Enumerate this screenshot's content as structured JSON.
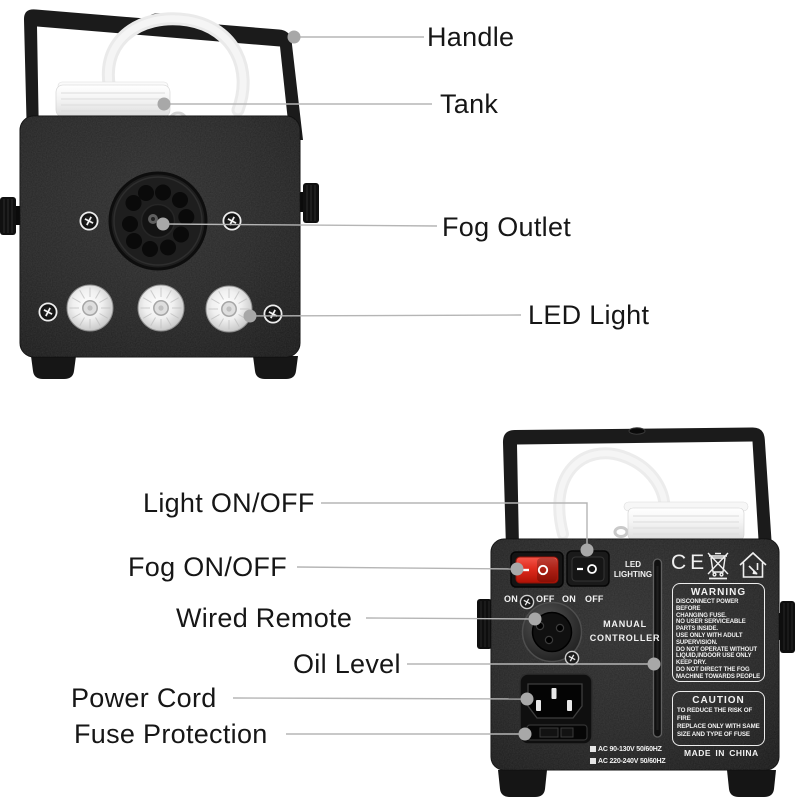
{
  "front_view": {
    "labels": {
      "handle": "Handle",
      "tank": "Tank",
      "fog_outlet": "Fog Outlet",
      "led_light": "LED Light"
    }
  },
  "back_view": {
    "labels": {
      "light_on_off": "Light ON/OFF",
      "fog_on_off": "Fog ON/OFF",
      "wired_remote": "Wired Remote",
      "oil_level": "Oil Level",
      "power_cord": "Power Cord",
      "fuse_protection": "Fuse Protection"
    },
    "panel": {
      "led_lighting": "LED\nLIGHTING",
      "switch_positions": [
        "ON",
        "OFF",
        "ON",
        "OFF"
      ],
      "manual_controller": "MANUAL\nCONTROLLER",
      "ce_mark": "CE",
      "warning_title": "WARNING",
      "warning_body": "DISCONNECT POWER BEFORE\nCHANGING FUSE.\nNO USER SERVICEABLE\nPARTS INSIDE.\nUSE ONLY WITH ADULT\nSUPERVISION.\nDO NOT OPERATE WITHOUT\nLIQUID,INDOOR USE ONLY\nKEEP DRY.\nDO NOT DIRECT THE FOG\nMACHINE TOWARDS PEOPLE",
      "caution_title": "CAUTION",
      "caution_body": "TO REDUCE THE RISK OF\nFIRE\nREPLACE ONLY WITH SAME\nSIZE AND TYPE OF FUSE",
      "made_in": "MADE IN CHINA",
      "voltage_ratings": [
        "AC 90-130V 50/60HZ",
        "AC 220-240V 50/60HZ"
      ]
    }
  },
  "icons": {
    "weee": "weee-crossed-bin-icon",
    "indoor_use": "indoor-use-house-icon",
    "screw": "phillips-screw-icon",
    "checkbox": "checkbox-square-icon"
  },
  "colors": {
    "background": "#ffffff",
    "machine_body": "#242424",
    "fog_switch_red": "#e23325",
    "leader_line": "#b5b5b5",
    "leader_dot": "#a8a8a8",
    "panel_text": "#f2f2f2",
    "label_text": "#161616"
  }
}
